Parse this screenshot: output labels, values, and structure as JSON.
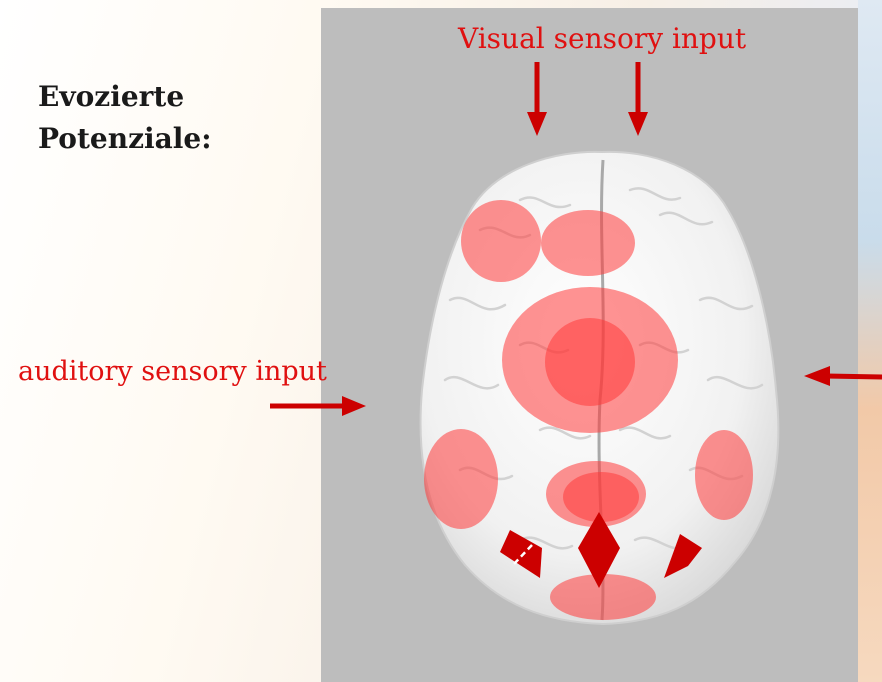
{
  "slide": {
    "title_line1": "Evozierte",
    "title_line2": "Potenziale:"
  },
  "labels": {
    "visual": "Visual sensory input",
    "auditory": "auditory sensory input"
  },
  "colors": {
    "label_red": "#e01010",
    "arrow_red": "#cc0000",
    "region_fill": "#ff3b3b",
    "panel_gray": "#bdbdbd"
  }
}
